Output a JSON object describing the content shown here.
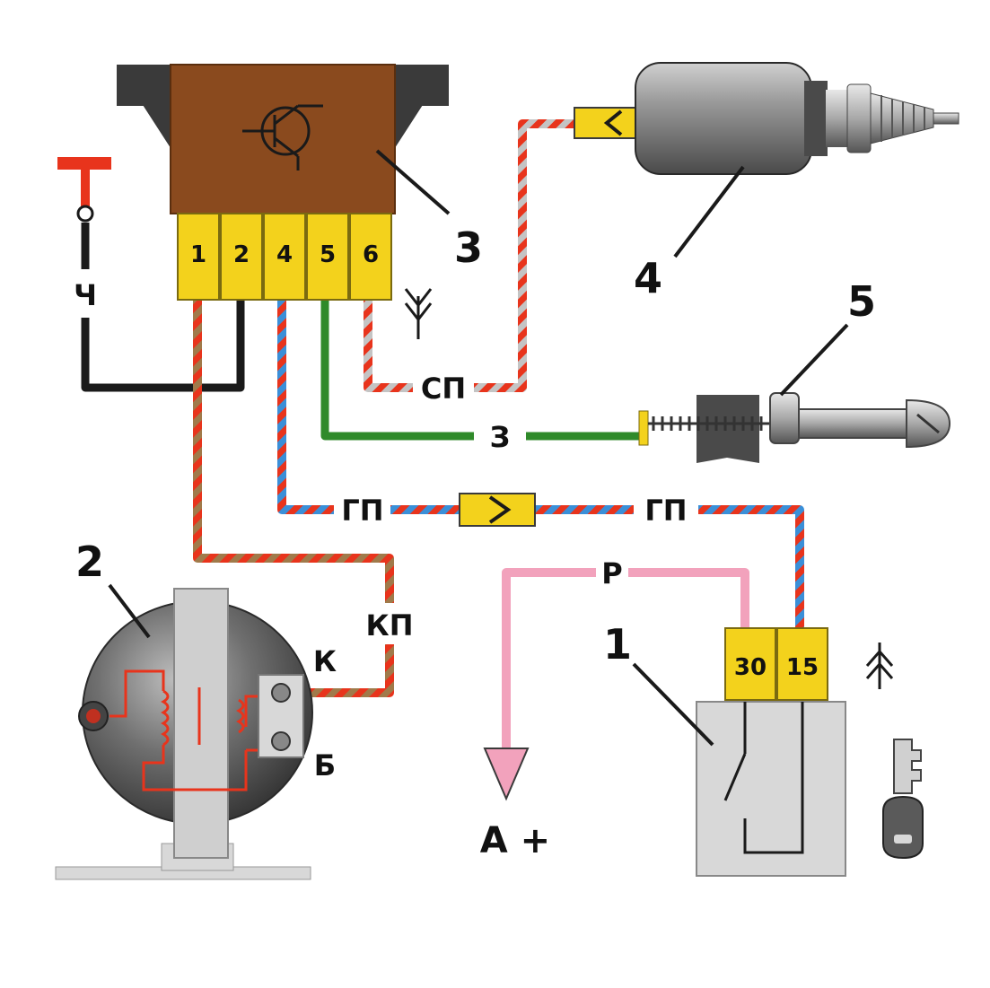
{
  "colors": {
    "black": "#1a1a1a",
    "red": "#e8341c",
    "blue": "#3a8fd8",
    "green": "#2f8a2a",
    "grey_wire": "#bdbdbd",
    "brown_wire": "#a07a4a",
    "pink": "#f2a2bc",
    "yellow": "#f3d21c",
    "switch_body": "#8a4a1e",
    "switch_mount": "#3a3a3a",
    "ignition_body": "#d8d8d8",
    "coil_body": "#6a6a6a"
  },
  "numbers": {
    "ignition_switch": "1",
    "ignition_coil": "2",
    "relay_unit": "3",
    "solenoid_valve": "4",
    "limit_switch": "5"
  },
  "relay_pins": [
    "1",
    "2",
    "4",
    "5",
    "6"
  ],
  "ignition_pins": [
    "30",
    "15"
  ],
  "coil_terminals": {
    "k": "К",
    "b": "Б"
  },
  "wire_labels": {
    "black": "Ч",
    "grey_red": "СП",
    "green": "З",
    "blue_red_left": "ГП",
    "blue_red_right": "ГП",
    "brown_red": "КП",
    "pink": "Р"
  },
  "battery_label": "А +"
}
